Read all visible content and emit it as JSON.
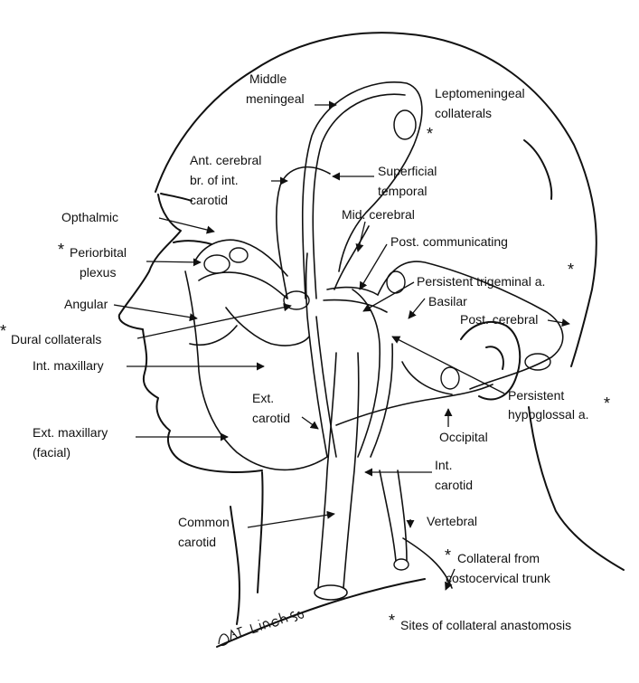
{
  "labels": {
    "middle_meningeal": [
      "Middle",
      "meningeal"
    ],
    "leptomeningeal": [
      "Leptomeningeal",
      "collaterals"
    ],
    "ant_cerebral": [
      "Ant. cerebral",
      "br. of int.",
      "carotid"
    ],
    "superficial_temporal": [
      "Superficial",
      "temporal"
    ],
    "opthalmic": "Opthalmic",
    "mid_cerebral": "Mid. cerebral",
    "periorbital": [
      "Periorbital",
      "plexus"
    ],
    "post_communicating": "Post. communicating",
    "persistent_trigeminal": "Persistent trigeminal a.",
    "basilar": "Basilar",
    "angular": "Angular",
    "post_cerebral": "Post. cerebral",
    "dural_collaterals": "Dural collaterals",
    "int_maxillary": "Int. maxillary",
    "ext_carotid": [
      "Ext.",
      "carotid"
    ],
    "persistent_hypoglossal": [
      "Persistent",
      "hypoglossal a."
    ],
    "ext_maxillary": [
      "Ext. maxillary",
      "(facial)"
    ],
    "occipital": "Occipital",
    "int_carotid": [
      "Int.",
      "carotid"
    ],
    "common_carotid": [
      "Common",
      "carotid"
    ],
    "vertebral": "Vertebral",
    "collateral_costocervical": [
      "Collateral from",
      "costocervical trunk"
    ],
    "legend": "Sites of collateral anastomosis"
  },
  "asterisk": "*",
  "signature": "Pat Linch 86"
}
